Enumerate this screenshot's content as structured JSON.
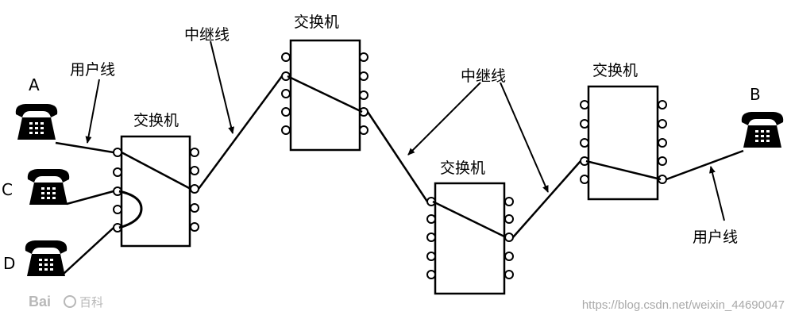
{
  "labels": {
    "phone_a": "A",
    "phone_b": "B",
    "phone_c": "C",
    "phone_d": "D",
    "user_line": "用户线",
    "trunk_line": "中继线",
    "switch": "交换机"
  },
  "watermark": {
    "left_logo": "Bai",
    "left_logo_cn": "百科",
    "right": "https://blog.csdn.net/weixin_44690047"
  },
  "colors": {
    "ink": "#000000",
    "watermark": "#a9a9a9"
  }
}
